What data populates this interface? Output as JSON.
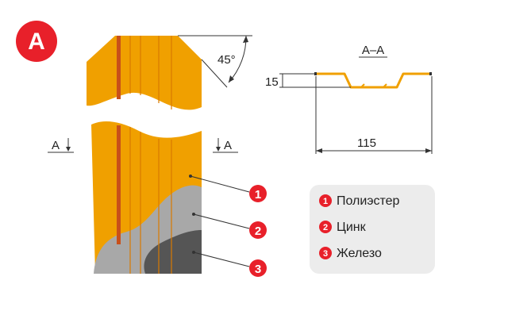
{
  "colors": {
    "orange": "#f0a000",
    "orange_dark": "#d97a00",
    "stripe_red": "#c8501a",
    "gray_light": "#a8a8a8",
    "gray_dark": "#555555",
    "red": "#e8202a",
    "legend_bg": "#ececec",
    "line": "#333333"
  },
  "corner_badge": {
    "letter": "A"
  },
  "angle_label": "45°",
  "section_marks": {
    "left": "A",
    "right": "A"
  },
  "section_title": "A–A",
  "dimensions": {
    "height": "15",
    "width": "115"
  },
  "layer_markers": [
    "1",
    "2",
    "3"
  ],
  "legend": {
    "items": [
      {
        "num": "1",
        "label": "Полиэстер"
      },
      {
        "num": "2",
        "label": "Цинк"
      },
      {
        "num": "3",
        "label": "Железо"
      }
    ]
  }
}
